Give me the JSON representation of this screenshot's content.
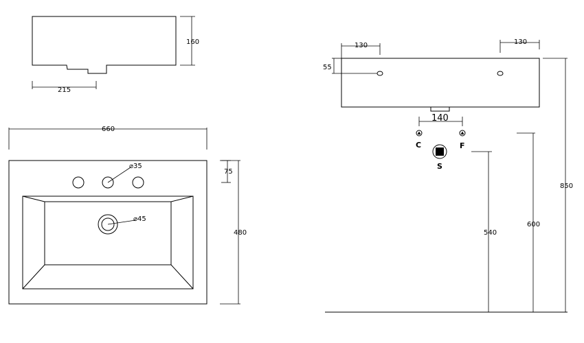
{
  "side_view": {
    "height": "160",
    "depth": "215"
  },
  "top_view": {
    "width": "660",
    "depth": "480",
    "tap_hole_dia": "⌀35",
    "tap_offset": "75",
    "drain_dia": "⌀45"
  },
  "front_view": {
    "left_offset": "130",
    "right_offset": "130",
    "bracket_height": "55",
    "drain_spacing": "140",
    "label_cold": "C",
    "label_hot": "F",
    "label_waste": "S",
    "height_540": "540",
    "height_600": "600",
    "height_850": "850"
  }
}
